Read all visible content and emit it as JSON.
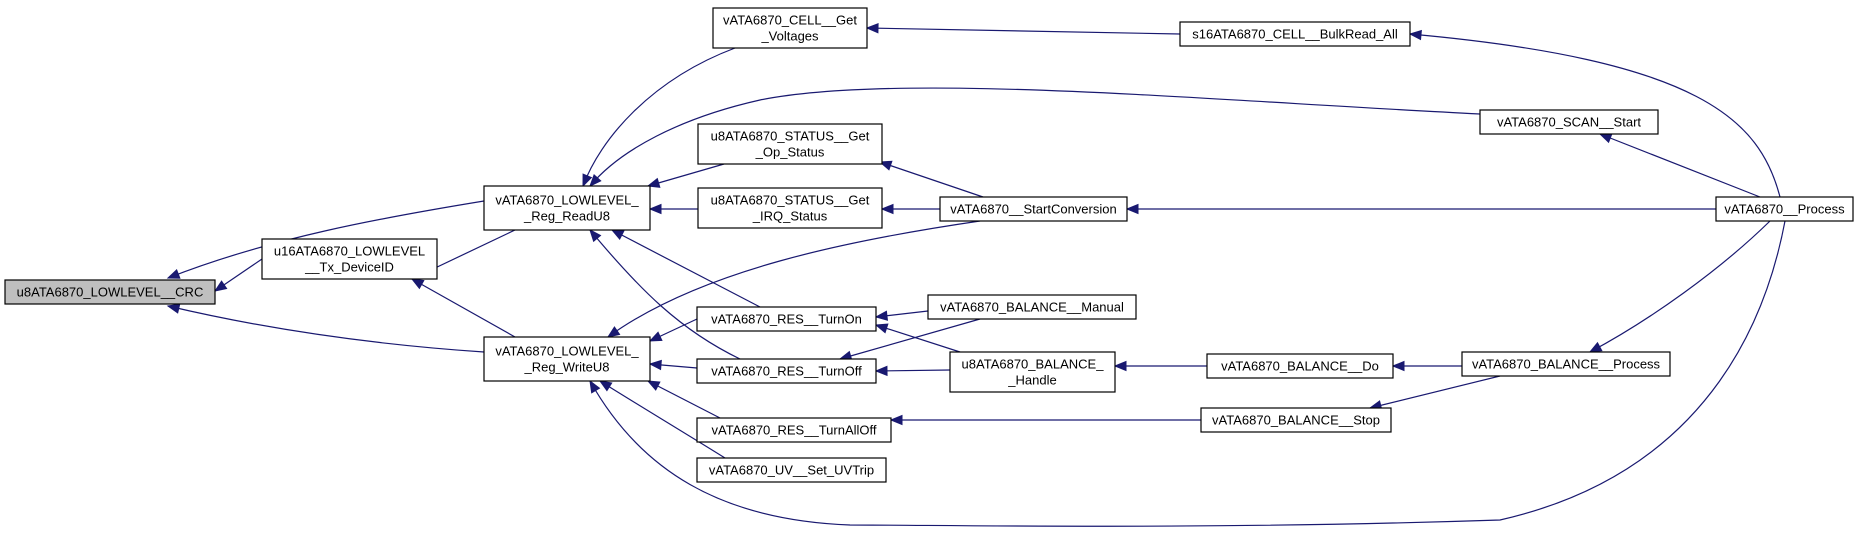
{
  "diagram": {
    "type": "call-graph",
    "nodes": [
      {
        "id": "crc",
        "lines": [
          "u8ATA6870_LOWLEVEL__CRC"
        ],
        "highlighted": true
      },
      {
        "id": "txdev",
        "lines": [
          "u16ATA6870_LOWLEVEL",
          "__Tx_DeviceID"
        ]
      },
      {
        "id": "readu8",
        "lines": [
          "vATA6870_LOWLEVEL_",
          "_Reg_ReadU8"
        ]
      },
      {
        "id": "writeu8",
        "lines": [
          "vATA6870_LOWLEVEL_",
          "_Reg_WriteU8"
        ]
      },
      {
        "id": "cellget",
        "lines": [
          "vATA6870_CELL__Get",
          "_Voltages"
        ]
      },
      {
        "id": "opstat",
        "lines": [
          "u8ATA6870_STATUS__Get",
          "_Op_Status"
        ]
      },
      {
        "id": "irqstat",
        "lines": [
          "u8ATA6870_STATUS__Get",
          "_IRQ_Status"
        ]
      },
      {
        "id": "resOn",
        "lines": [
          "vATA6870_RES__TurnOn"
        ]
      },
      {
        "id": "resOff",
        "lines": [
          "vATA6870_RES__TurnOff"
        ]
      },
      {
        "id": "resAllOff",
        "lines": [
          "vATA6870_RES__TurnAllOff"
        ]
      },
      {
        "id": "uvtrip",
        "lines": [
          "vATA6870_UV__Set_UVTrip"
        ]
      },
      {
        "id": "startconv",
        "lines": [
          "vATA6870__StartConversion"
        ]
      },
      {
        "id": "balManual",
        "lines": [
          "vATA6870_BALANCE__Manual"
        ]
      },
      {
        "id": "balHandle",
        "lines": [
          "u8ATA6870_BALANCE_",
          "_Handle"
        ]
      },
      {
        "id": "bulkread",
        "lines": [
          "s16ATA6870_CELL__BulkRead_All"
        ]
      },
      {
        "id": "balDo",
        "lines": [
          "vATA6870_BALANCE__Do"
        ]
      },
      {
        "id": "balStop",
        "lines": [
          "vATA6870_BALANCE__Stop"
        ]
      },
      {
        "id": "scanstart",
        "lines": [
          "vATA6870_SCAN__Start"
        ]
      },
      {
        "id": "balProcess",
        "lines": [
          "vATA6870_BALANCE__Process"
        ]
      },
      {
        "id": "process",
        "lines": [
          "vATA6870__Process"
        ]
      }
    ],
    "edges": [
      {
        "from": "txdev",
        "to": "crc"
      },
      {
        "from": "readu8",
        "to": "crc"
      },
      {
        "from": "writeu8",
        "to": "crc"
      },
      {
        "from": "readu8",
        "to": "txdev"
      },
      {
        "from": "writeu8",
        "to": "txdev"
      },
      {
        "from": "cellget",
        "to": "readu8"
      },
      {
        "from": "scanstart",
        "to": "readu8"
      },
      {
        "from": "opstat",
        "to": "readu8"
      },
      {
        "from": "irqstat",
        "to": "readu8"
      },
      {
        "from": "resOn",
        "to": "readu8"
      },
      {
        "from": "resOff",
        "to": "readu8"
      },
      {
        "from": "startconv",
        "to": "writeu8"
      },
      {
        "from": "resOn",
        "to": "writeu8"
      },
      {
        "from": "resOff",
        "to": "writeu8"
      },
      {
        "from": "resAllOff",
        "to": "writeu8"
      },
      {
        "from": "uvtrip",
        "to": "writeu8"
      },
      {
        "from": "process",
        "to": "writeu8"
      },
      {
        "from": "bulkread",
        "to": "cellget"
      },
      {
        "from": "startconv",
        "to": "opstat"
      },
      {
        "from": "startconv",
        "to": "irqstat"
      },
      {
        "from": "balManual",
        "to": "resOn"
      },
      {
        "from": "balHandle",
        "to": "resOn"
      },
      {
        "from": "balManual",
        "to": "resOff"
      },
      {
        "from": "balHandle",
        "to": "resOff"
      },
      {
        "from": "balStop",
        "to": "resAllOff"
      },
      {
        "from": "process",
        "to": "startconv"
      },
      {
        "from": "balDo",
        "to": "balHandle"
      },
      {
        "from": "balProcess",
        "to": "balDo"
      },
      {
        "from": "process",
        "to": "bulkread"
      },
      {
        "from": "process",
        "to": "scanstart"
      },
      {
        "from": "process",
        "to": "balProcess"
      },
      {
        "from": "balProcess",
        "to": "balStop"
      }
    ]
  },
  "colors": {
    "edge": "#191970",
    "node_fill": "#ffffff",
    "node_highlight_fill": "#bfbfbf",
    "node_border": "#000000"
  }
}
